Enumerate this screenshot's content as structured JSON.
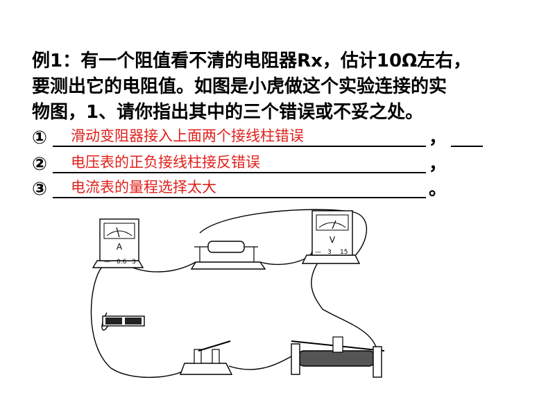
{
  "question": {
    "line1": "例1：有一个阻值看不清的电阻器Rx，估计10Ω左右，",
    "line2": "要测出它的电阻值。如图是小虎做这个实验连接的实",
    "line3": "物图，1、请你指出其中的三个错误或不妥之处。"
  },
  "answers": [
    {
      "marker": "①",
      "text": "滑动变阻器接入上面两个接线柱错误",
      "punct": "，"
    },
    {
      "marker": "②",
      "text": "电压表的正负接线柱接反错误",
      "punct": "，"
    },
    {
      "marker": "③",
      "text": "电流表的量程选择太大",
      "punct": "。"
    }
  ],
  "colors": {
    "answer": "#e0201b",
    "text": "#000000"
  },
  "figure": {
    "ammeter": {
      "letter": "A",
      "terminals": [
        "—",
        "0.6",
        "3"
      ]
    },
    "voltmeter": {
      "letter": "V",
      "terminals": [
        "—",
        "3",
        "15"
      ]
    },
    "icons": [
      "ammeter-icon",
      "voltmeter-icon",
      "resistor-icon",
      "battery-icon",
      "switch-icon",
      "rheostat-icon"
    ]
  }
}
